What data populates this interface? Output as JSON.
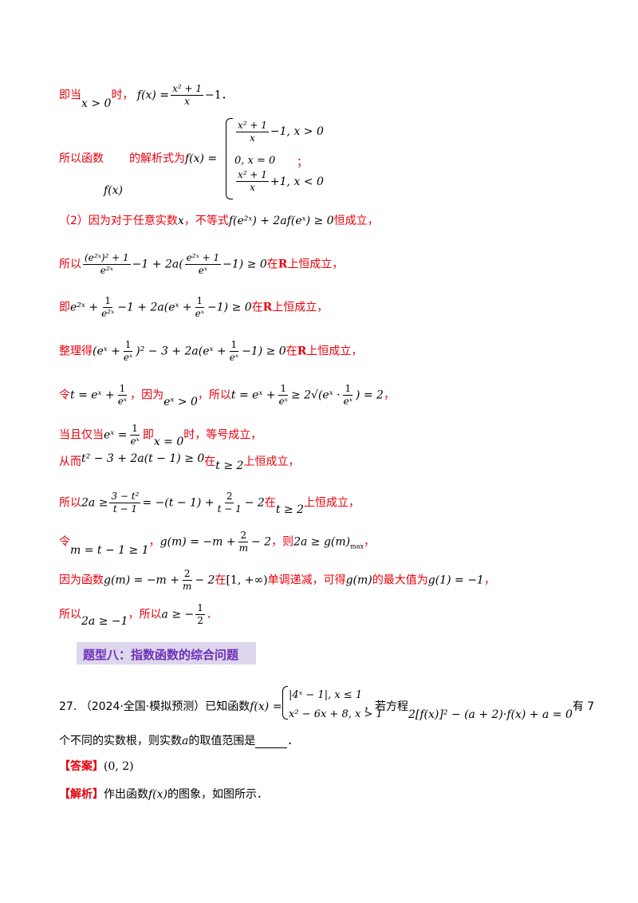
{
  "lines": {
    "l1_a": "即当",
    "l1_b": "x > 0",
    "l1_c": "时，",
    "l1_d": "f(x) =",
    "l1_num": "x² + 1",
    "l1_den": "x",
    "l1_e": "−1．",
    "l2_a": "所以函数",
    "l2_b": "的解析式为",
    "l2_fx": "f(x)",
    "l2_fdef": "f(x) =",
    "l2_case1_num": "x² + 1",
    "l2_case1_den": "x",
    "l2_case1_rest": "−1, x > 0",
    "l2_case2": "0, x = 0",
    "l2_case3_num": "x² + 1",
    "l2_case3_den": "x",
    "l2_case3_rest": "+1, x < 0",
    "l2_end": "；",
    "l3_a": "（2）因为对于任意实数",
    "l3_x": "x",
    "l3_b": "，不等式",
    "l3_math": "f(e²ˣ) + 2af(eˣ) ≥ 0",
    "l3_c": "恒成立，",
    "l4_a": "所以",
    "l4_num": "(e²ˣ)² + 1",
    "l4_den": "e²ˣ",
    "l4_mid": "−1 + 2a(",
    "l4_num2": "e²ˣ + 1",
    "l4_den2": "eˣ",
    "l4_end": "−1) ≥ 0",
    "l4_b": "在",
    "l4_R": "R",
    "l4_c": "上恒成立，",
    "l5_a": "即",
    "l5_m1": "e²ˣ +",
    "l5_num": "1",
    "l5_den": "e²ˣ",
    "l5_m2": "−1 + 2a(eˣ +",
    "l5_num2": "1",
    "l5_den2": "eˣ",
    "l5_m3": "−1) ≥ 0",
    "l5_b": "在",
    "l5_R": "R",
    "l5_c": "上恒成立，",
    "l6_a": "整理得",
    "l6_m1": "(eˣ +",
    "l6_num": "1",
    "l6_den": "eˣ",
    "l6_m2": ")² − 3 + 2a(eˣ +",
    "l6_num2": "1",
    "l6_den2": "eˣ",
    "l6_m3": "−1) ≥ 0",
    "l6_b": "在",
    "l6_R": "R",
    "l6_c": "上恒成立，",
    "l7_a": "令",
    "l7_m1": "t = eˣ +",
    "l7_num": "1",
    "l7_den": "eˣ",
    "l7_b": "，因为",
    "l7_m2": "eˣ > 0",
    "l7_c": "，所以",
    "l7_m3": "t = eˣ +",
    "l7_num2": "1",
    "l7_den2": "eˣ",
    "l7_m4": "≥ 2√(eˣ ·",
    "l7_num3": "1",
    "l7_den3": "eˣ",
    "l7_m5": ") = 2",
    "l7_d": "，",
    "l8_a": "当且仅当",
    "l8_m1": "eˣ =",
    "l8_num": "1",
    "l8_den": "eˣ",
    "l8_b": "即",
    "l8_m2": "x = 0",
    "l8_c": "时，等号成立，",
    "l9_a": "从而",
    "l9_m1": "t² − 3 + 2a(t − 1) ≥ 0",
    "l9_b": "在",
    "l9_m2": "t ≥ 2",
    "l9_c": "上恒成立，",
    "l10_a": "所以",
    "l10_m1": "2a ≥",
    "l10_num": "3 − t²",
    "l10_den": "t − 1",
    "l10_m2": "= −(t − 1) +",
    "l10_num2": "2",
    "l10_den2": "t − 1",
    "l10_m3": "− 2",
    "l10_b": "在",
    "l10_m4": "t ≥ 2",
    "l10_c": "上恒成立，",
    "l11_a": "令",
    "l11_m1": "m = t − 1 ≥ 1",
    "l11_b": "，",
    "l11_m2": "g(m) = −m +",
    "l11_num": "2",
    "l11_den": "m",
    "l11_m3": "− 2",
    "l11_c": "，则",
    "l11_m4": "2a ≥ g(m)",
    "l11_sub": "max",
    "l11_d": "，",
    "l12_a": "因为函数",
    "l12_m1": "g(m) = −m +",
    "l12_num": "2",
    "l12_den": "m",
    "l12_m2": "− 2",
    "l12_b": "在",
    "l12_m3": "[1, +∞)",
    "l12_c": "单调递减，可得",
    "l12_m4": "g(m)",
    "l12_d": "的最大值为",
    "l12_m5": "g(1) = −1",
    "l12_e": "，",
    "l13_a": "所以",
    "l13_m1": "2a ≥ −1",
    "l13_b": "，所以",
    "l13_m2": "a ≥ −",
    "l13_num": "1",
    "l13_den": "2",
    "l13_c": "．"
  },
  "section": {
    "title": "题型八：指数函数的综合问题"
  },
  "problem": {
    "num": "27.",
    "source": "（2024·全国·模拟预测）已知函数",
    "fdef": "f(x) =",
    "case1": "|4ˣ − 1|, x ≤ 1",
    "case2": "x² − 6x + 8, x > 1",
    "mid": "，若方程",
    "eq": "2[f(x)]² − (a + 2)·f(x) + a = 0",
    "end": "有 7",
    "line2a": "个不同的实数根，则实数",
    "line2var": "a",
    "line2b": "的取值范围是",
    "line2c": "．",
    "answer_label": "【答案】",
    "answer_value": "(0, 2)",
    "analysis_label": "【解析】",
    "analysis_a": "作出函数",
    "analysis_fx": "f(x)",
    "analysis_b": "的图象，如图所示．"
  },
  "colors": {
    "solution_text": "#e8000b",
    "banner_bg": "#ddd6ec",
    "banner_text": "#6a2fb8",
    "answer_bracket": "#e8000b"
  }
}
